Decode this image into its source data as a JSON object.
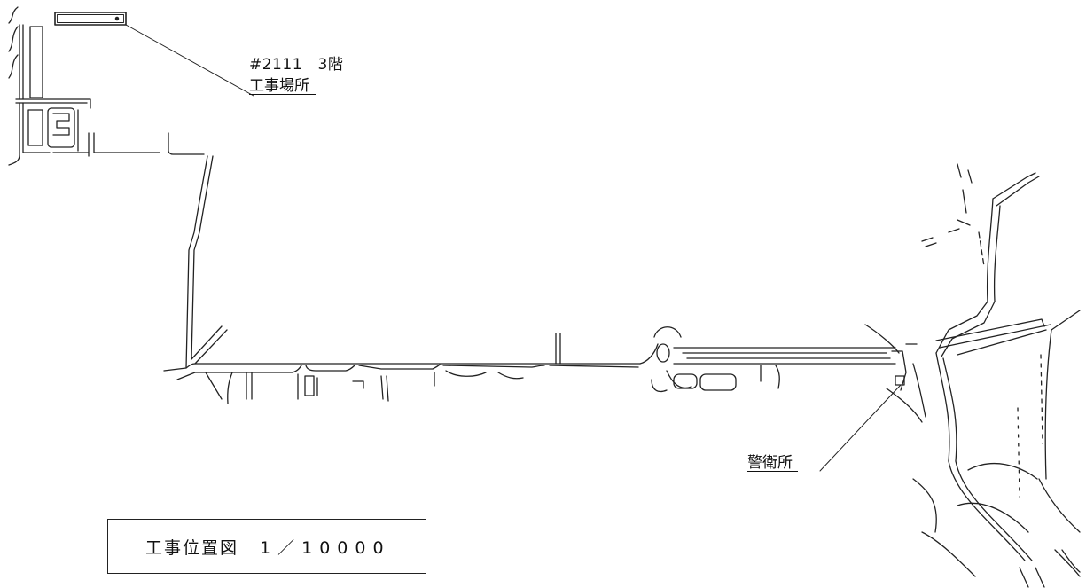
{
  "labels": {
    "building_id": "#2111　3階",
    "construction_site": "工事場所",
    "guard_post": "警衛所"
  },
  "title_box": {
    "title": "工事位置図",
    "scale": "1／10000"
  },
  "colors": {
    "ink": "#111111",
    "background": "#ffffff"
  }
}
